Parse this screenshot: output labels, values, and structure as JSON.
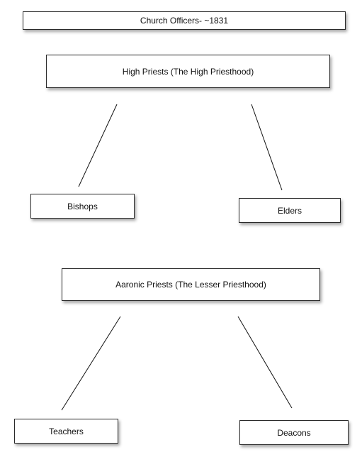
{
  "diagram": {
    "title": "Church Officers- ~1831",
    "nodes": {
      "high_priests": "High Priests (The High Priesthood)",
      "bishops": "Bishops",
      "elders": "Elders",
      "aaronic_priests": "Aaronic Priests (The Lesser Priesthood)",
      "teachers": "Teachers",
      "deacons": "Deacons"
    },
    "edges": [
      {
        "from": "High Priests (The High Priesthood)",
        "to": "Bishops"
      },
      {
        "from": "High Priests (The High Priesthood)",
        "to": "Elders"
      },
      {
        "from": "Aaronic Priests (The Lesser Priesthood)",
        "to": "Teachers"
      },
      {
        "from": "Aaronic Priests (The Lesser Priesthood)",
        "to": "Deacons"
      }
    ]
  }
}
